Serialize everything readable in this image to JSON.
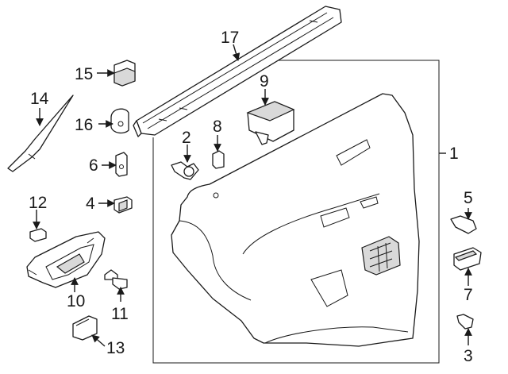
{
  "diagram": {
    "callouts": {
      "c1": "1",
      "c2": "2",
      "c3": "3",
      "c4": "4",
      "c5": "5",
      "c6": "6",
      "c7": "7",
      "c8": "8",
      "c9": "9",
      "c10": "10",
      "c11": "11",
      "c12": "12",
      "c13": "13",
      "c14": "14",
      "c15": "15",
      "c16": "16",
      "c17": "17"
    },
    "colors": {
      "line": "#1a1a1a",
      "background": "#ffffff",
      "shade": "#d9d9d9"
    }
  }
}
